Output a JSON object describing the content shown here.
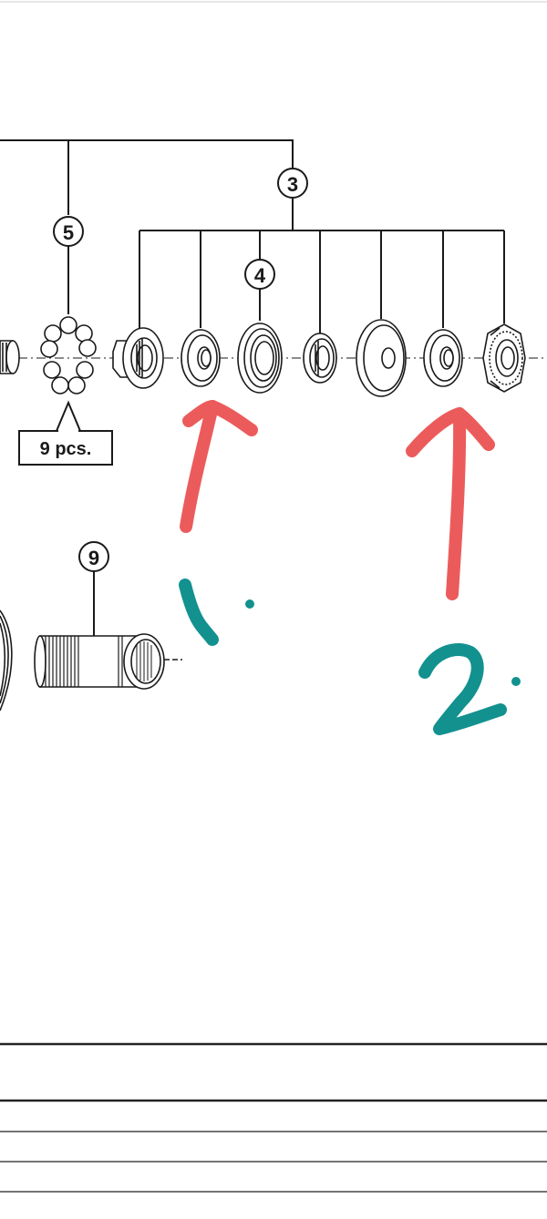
{
  "callouts": {
    "c3": "3",
    "c4": "4",
    "c5": "5",
    "c9": "9"
  },
  "ball_count_label": "9 pcs.",
  "annotations": {
    "mark_1": "1.",
    "mark_2": "2."
  },
  "colors": {
    "line": "#1a1a1a",
    "arrow_red": "#ec5b5b",
    "mark_teal": "#12918f",
    "table_rule": "#222222"
  }
}
